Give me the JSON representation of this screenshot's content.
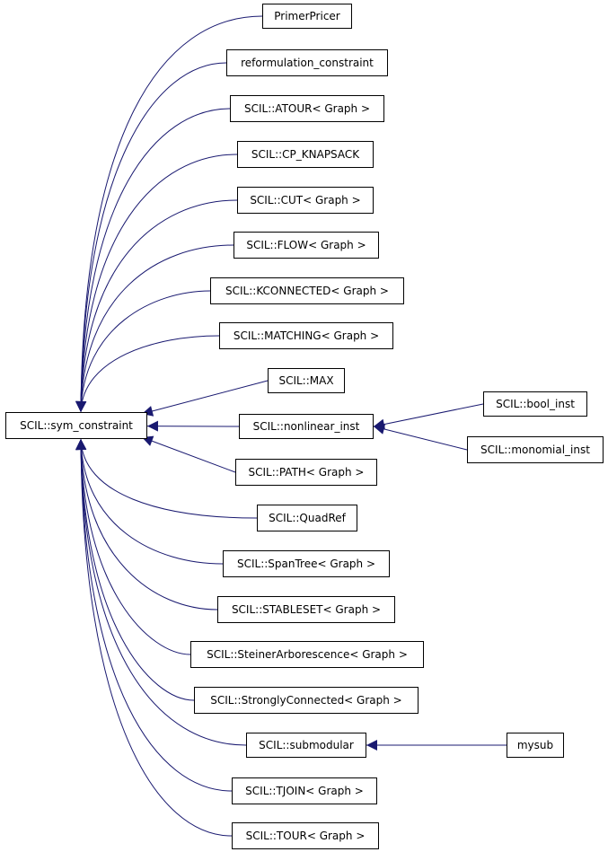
{
  "colors": {
    "edge": "#191970",
    "border": "#000000",
    "background": "#ffffff"
  },
  "base": {
    "id": "sym_constraint",
    "label": "SCIL::sym_constraint"
  },
  "nodes": [
    {
      "id": "PrimerPricer",
      "label": "PrimerPricer",
      "parent": "sym_constraint"
    },
    {
      "id": "reformulation_constraint",
      "label": "reformulation_constraint",
      "parent": "sym_constraint"
    },
    {
      "id": "ATOUR",
      "label": "SCIL::ATOUR< Graph >",
      "parent": "sym_constraint"
    },
    {
      "id": "CP_KNAPSACK",
      "label": "SCIL::CP_KNAPSACK",
      "parent": "sym_constraint"
    },
    {
      "id": "CUT",
      "label": "SCIL::CUT< Graph >",
      "parent": "sym_constraint"
    },
    {
      "id": "FLOW",
      "label": "SCIL::FLOW< Graph >",
      "parent": "sym_constraint"
    },
    {
      "id": "KCONNECTED",
      "label": "SCIL::KCONNECTED< Graph >",
      "parent": "sym_constraint"
    },
    {
      "id": "MATCHING",
      "label": "SCIL::MATCHING< Graph >",
      "parent": "sym_constraint"
    },
    {
      "id": "MAX",
      "label": "SCIL::MAX",
      "parent": "sym_constraint"
    },
    {
      "id": "nonlinear_inst",
      "label": "SCIL::nonlinear_inst",
      "parent": "sym_constraint"
    },
    {
      "id": "bool_inst",
      "label": "SCIL::bool_inst",
      "parent": "nonlinear_inst"
    },
    {
      "id": "monomial_inst",
      "label": "SCIL::monomial_inst",
      "parent": "nonlinear_inst"
    },
    {
      "id": "PATH",
      "label": "SCIL::PATH< Graph >",
      "parent": "sym_constraint"
    },
    {
      "id": "QuadRef",
      "label": "SCIL::QuadRef",
      "parent": "sym_constraint"
    },
    {
      "id": "SpanTree",
      "label": "SCIL::SpanTree< Graph >",
      "parent": "sym_constraint"
    },
    {
      "id": "STABLESET",
      "label": "SCIL::STABLESET< Graph >",
      "parent": "sym_constraint"
    },
    {
      "id": "SteinerArborescence",
      "label": "SCIL::SteinerArborescence< Graph >",
      "parent": "sym_constraint"
    },
    {
      "id": "StronglyConnected",
      "label": "SCIL::StronglyConnected< Graph >",
      "parent": "sym_constraint"
    },
    {
      "id": "submodular",
      "label": "SCIL::submodular",
      "parent": "sym_constraint"
    },
    {
      "id": "mysub",
      "label": "mysub",
      "parent": "submodular"
    },
    {
      "id": "TJOIN",
      "label": "SCIL::TJOIN< Graph >",
      "parent": "sym_constraint"
    },
    {
      "id": "TOUR",
      "label": "SCIL::TOUR< Graph >",
      "parent": "sym_constraint"
    }
  ]
}
